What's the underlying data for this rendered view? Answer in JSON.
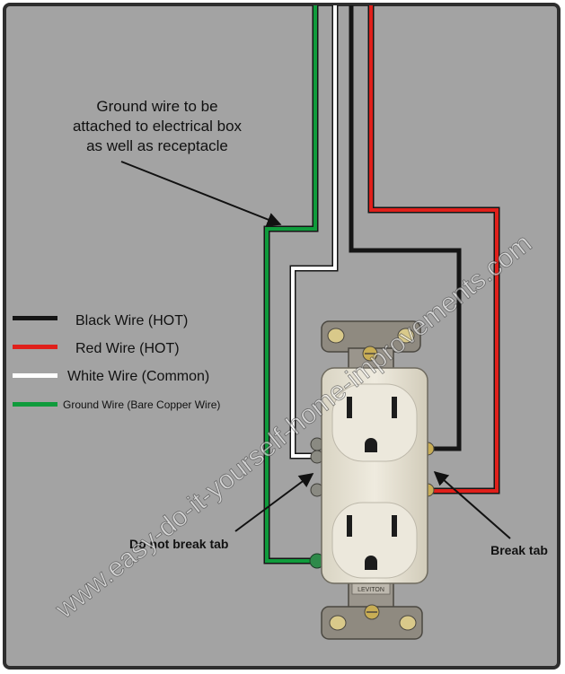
{
  "annotations": {
    "ground_note_line1": "Ground wire to be",
    "ground_note_line2": "attached to electrical box",
    "ground_note_line3": "as well as receptacle",
    "do_not_break_tab": "Do not break tab",
    "break_tab": "Break tab"
  },
  "legend": [
    {
      "label": "Black Wire (HOT)",
      "color": "#151515"
    },
    {
      "label": "Red Wire (HOT)",
      "color": "#e0201b"
    },
    {
      "label": "White Wire (Common)",
      "color": "#ffffff"
    },
    {
      "label": "Ground Wire (Bare Copper Wire)",
      "color": "#0f9b3c"
    }
  ],
  "receptacle": {
    "brand": "LEVITON"
  },
  "watermark": "www.easy-do-it-yourself-home-improvements.com",
  "colors": {
    "panel": "#a3a3a3",
    "frame": "#2e2e2e",
    "receptacle_body": "#e6e2d4",
    "strap_metal": "#9a958c",
    "brass_screw": "#c8ad55"
  }
}
